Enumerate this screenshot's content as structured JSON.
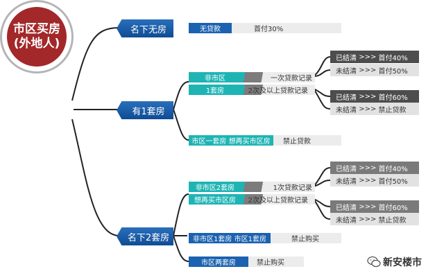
{
  "root": {
    "line1": "市区买房",
    "line2": "(外地人)"
  },
  "branches": [
    {
      "label": "名下无房",
      "rule": {
        "condition": "无贷款",
        "result": "首付30%"
      }
    },
    {
      "label": "有1套房",
      "tag_a": "非市区",
      "tag_b": "1套房",
      "records": [
        "一次贷款记录",
        "2次及以上贷款记录"
      ],
      "outcomes_a": [
        {
          "status": "已结清",
          "arrow": ">>>",
          "result": "首付40%"
        },
        {
          "status": "未结清",
          "arrow": ">>>",
          "result": "首付50%"
        }
      ],
      "outcomes_b": [
        {
          "status": "已结清",
          "arrow": ">>>",
          "result": "首付60%"
        },
        {
          "status": "未结清",
          "arrow": ">>>",
          "result": "禁止贷款"
        }
      ],
      "rule": {
        "condition": "市区一套房 想再买市区房",
        "result": "禁止贷款"
      }
    },
    {
      "label": "名下2套房",
      "tag_a": "非市区2套房",
      "tag_b": "想再买市区房",
      "records": [
        "1次贷款记录",
        "2次及以上贷款记录"
      ],
      "outcomes_a": [
        {
          "status": "已结清",
          "arrow": ">>>",
          "result": "首付40%"
        },
        {
          "status": "未结清",
          "arrow": ">>>",
          "result": "首付50%"
        }
      ],
      "outcomes_b": [
        {
          "status": "已结清",
          "arrow": ">>>",
          "result": "首付60%"
        },
        {
          "status": "未结清",
          "arrow": ">>>",
          "result": "禁止贷款"
        }
      ],
      "rule1": {
        "condition": "非市区1套房 市区1套房",
        "result": "禁止购买"
      },
      "rule2": {
        "condition": "市区两套房",
        "result": "禁止购买"
      }
    }
  ],
  "watermark": {
    "icon": "wechat-icon",
    "text": "新安楼市"
  },
  "colors": {
    "root": "#a3282a",
    "branch": "#1b62b0",
    "teal": "#1fb4b4",
    "dark": "#4d4d4d",
    "mid": "#7a7a7a"
  }
}
